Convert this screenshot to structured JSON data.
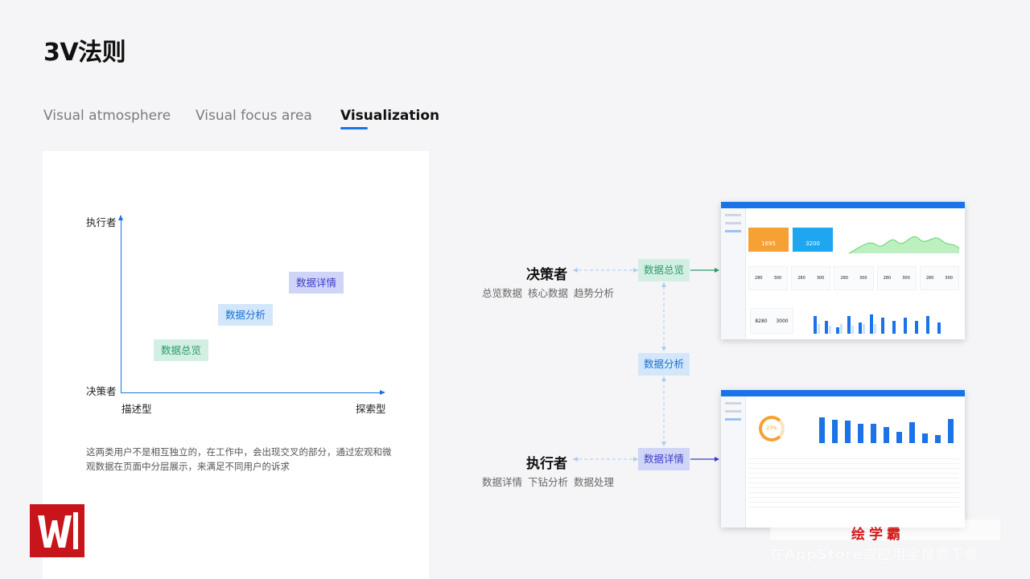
{
  "page": {
    "title": "3V法则"
  },
  "tabs": [
    {
      "label": "Visual atmosphere",
      "active": false
    },
    {
      "label": "Visual focus area",
      "active": false
    },
    {
      "label": "Visualization",
      "active": true
    }
  ],
  "quadrant": {
    "y_top_label": "执行者",
    "y_bottom_label": "决策者",
    "x_left_label": "描述型",
    "x_right_label": "探索型",
    "tags": {
      "overview": "数据总览",
      "analysis": "数据分析",
      "detail": "数据详情"
    }
  },
  "description": "这两类用户不是相互独立的，在工作中，会出现交叉的部分，通过宏观和微观数据在页面中分层展示，来满足不同用户的诉求",
  "flow": {
    "decision_maker": {
      "role": "决策者",
      "sub": "总览数据 核心数据 趋势分析"
    },
    "executor": {
      "role": "执行者",
      "sub": "数据详情 下钻分析 数据处理"
    },
    "boxes": {
      "overview": "数据总览",
      "analysis": "数据分析",
      "detail": "数据详情"
    }
  },
  "thumb_top": {
    "kpi_1": "1695",
    "kpi_2": "3200",
    "stat_values": [
      "280",
      "300",
      "280",
      "300",
      "280",
      "300",
      "280",
      "300",
      "280",
      "300"
    ],
    "bottom_values": [
      "8280",
      "3000"
    ]
  },
  "thumb_bottom": {
    "gauge_value": "23%"
  },
  "watermark": {
    "brand": "绘学霸",
    "sub": "在AppStore或应用宝搜索下载"
  },
  "colors": {
    "accent": "#1a73e8",
    "green": "#2a9a6a",
    "purple": "#3a3fc8",
    "orange": "#f7a134",
    "cyan": "#1ea7f0",
    "logo": "#c8141b"
  }
}
